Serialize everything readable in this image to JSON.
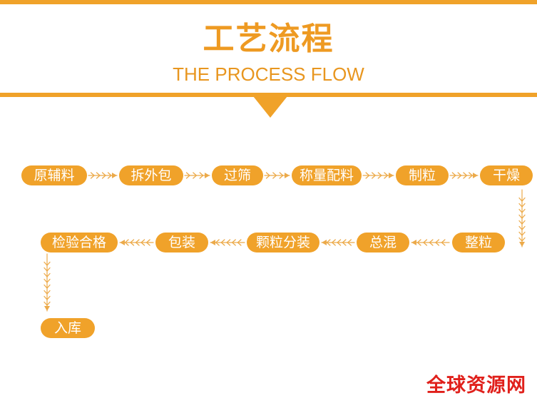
{
  "header": {
    "title": "工艺流程",
    "subtitle": "THE PROCESS FLOW"
  },
  "steps": [
    "原辅料",
    "拆外包",
    "过筛",
    "称量配料",
    "制粒",
    "干燥",
    "整粒",
    "总混",
    "颗粒分装",
    "包装",
    "检验合格",
    "入库"
  ],
  "watermark": "全球资源网",
  "colors": {
    "accent": "#f0a229",
    "step_fill": "#f0a22a",
    "arrow": "#ecaa4a",
    "watermark": "#e0201b"
  }
}
